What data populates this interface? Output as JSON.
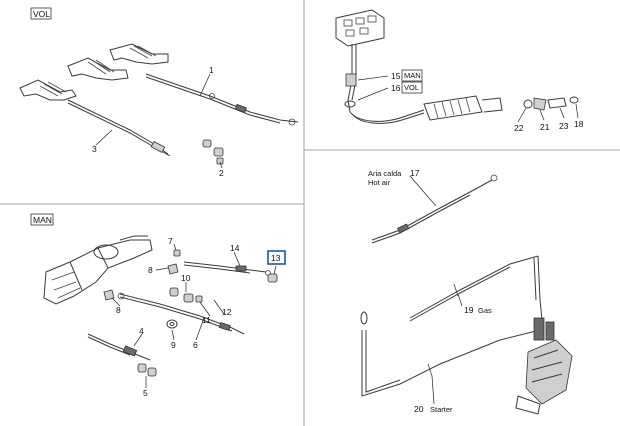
{
  "sections": {
    "top_left_tag": "VOL",
    "mid_left_tag": "MAN"
  },
  "callouts": {
    "c1": "1",
    "c2": "2",
    "c3": "3",
    "c4": "4",
    "c5": "5",
    "c6": "6",
    "c7": "7",
    "c8a": "8",
    "c8b": "8",
    "c9": "9",
    "c10": "10",
    "c11": "11",
    "c12": "12",
    "c13": "13",
    "c14": "14",
    "c15": "15",
    "c16": "16",
    "c17": "17",
    "c18": "18",
    "c19": "19",
    "c20": "20",
    "c21": "21",
    "c22": "22",
    "c23": "23"
  },
  "inline_tags": {
    "man": "MAN",
    "vol": "VOL"
  },
  "texts": {
    "aria_calda": "Aria calda",
    "hot_air": "Hot air",
    "gas": "Gas",
    "starter": "Starter"
  },
  "highlight": {
    "color": "#1a5a9e",
    "part": "13"
  }
}
